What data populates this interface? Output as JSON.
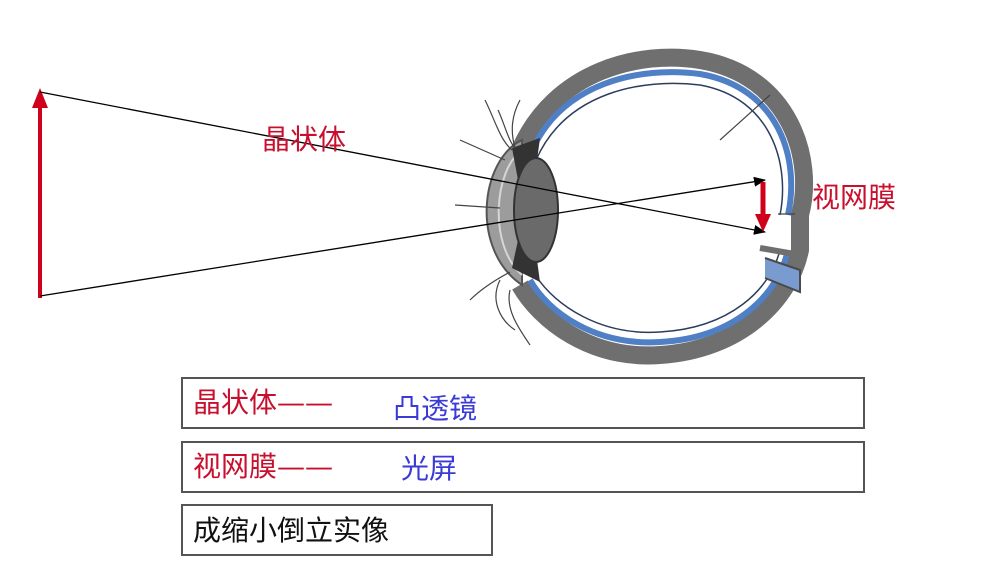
{
  "labels": {
    "lens": "晶状体",
    "retina": "视网膜"
  },
  "table": {
    "rows": [
      {
        "term": "晶状体——",
        "analogy": "凸透镜"
      },
      {
        "term": "视网膜——",
        "analogy": "光屏"
      }
    ],
    "conclusion": "成缩小倒立实像"
  },
  "colors": {
    "label_red": "#c8102e",
    "analogy_blue": "#3a3ad6",
    "arrow_red": "#d0021b",
    "sclera_blue": "#5b86c8",
    "wall_gray": "#7a7a7a"
  }
}
